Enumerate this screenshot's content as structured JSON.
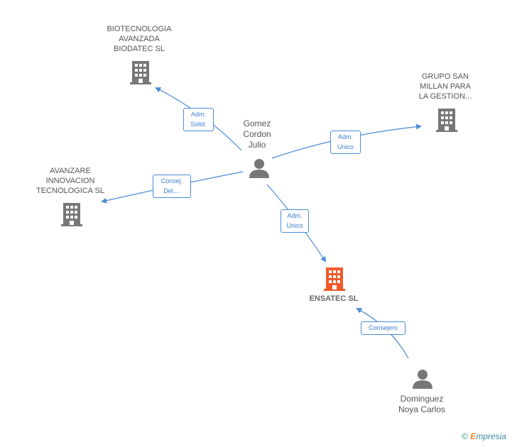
{
  "nodes": {
    "person_gomez": "Gomez\nCordon\nJulio",
    "person_dominguez": "Dominguez\nNoya Carlos",
    "company_biotec": "BIOTECNOLOGIA\nAVANZADA\nBIODATEC SL",
    "company_grupo": "GRUPO SAN\nMILLAN PARA\nLA GESTION...",
    "company_avanzare": "AVANZARE\nINNOVACION\nTECNOLOGICA SL",
    "company_ensatec": "ENSATEC SL"
  },
  "edges": {
    "biotec": "Adm.\nSolid.",
    "grupo": "Adm.\nUnico",
    "avanzare": "Consej.\nDel....",
    "ensatec_gomez": "Adm.\nUnico",
    "ensatec_dominguez": "Consejero"
  },
  "colors": {
    "edge": "#4a8ad6",
    "company_icon": "#777777",
    "main_company_icon": "#f05a2a",
    "person_icon": "#777777"
  },
  "footer": {
    "copyright": "©",
    "brand_initial": "E",
    "brand_rest": "mpresia"
  }
}
